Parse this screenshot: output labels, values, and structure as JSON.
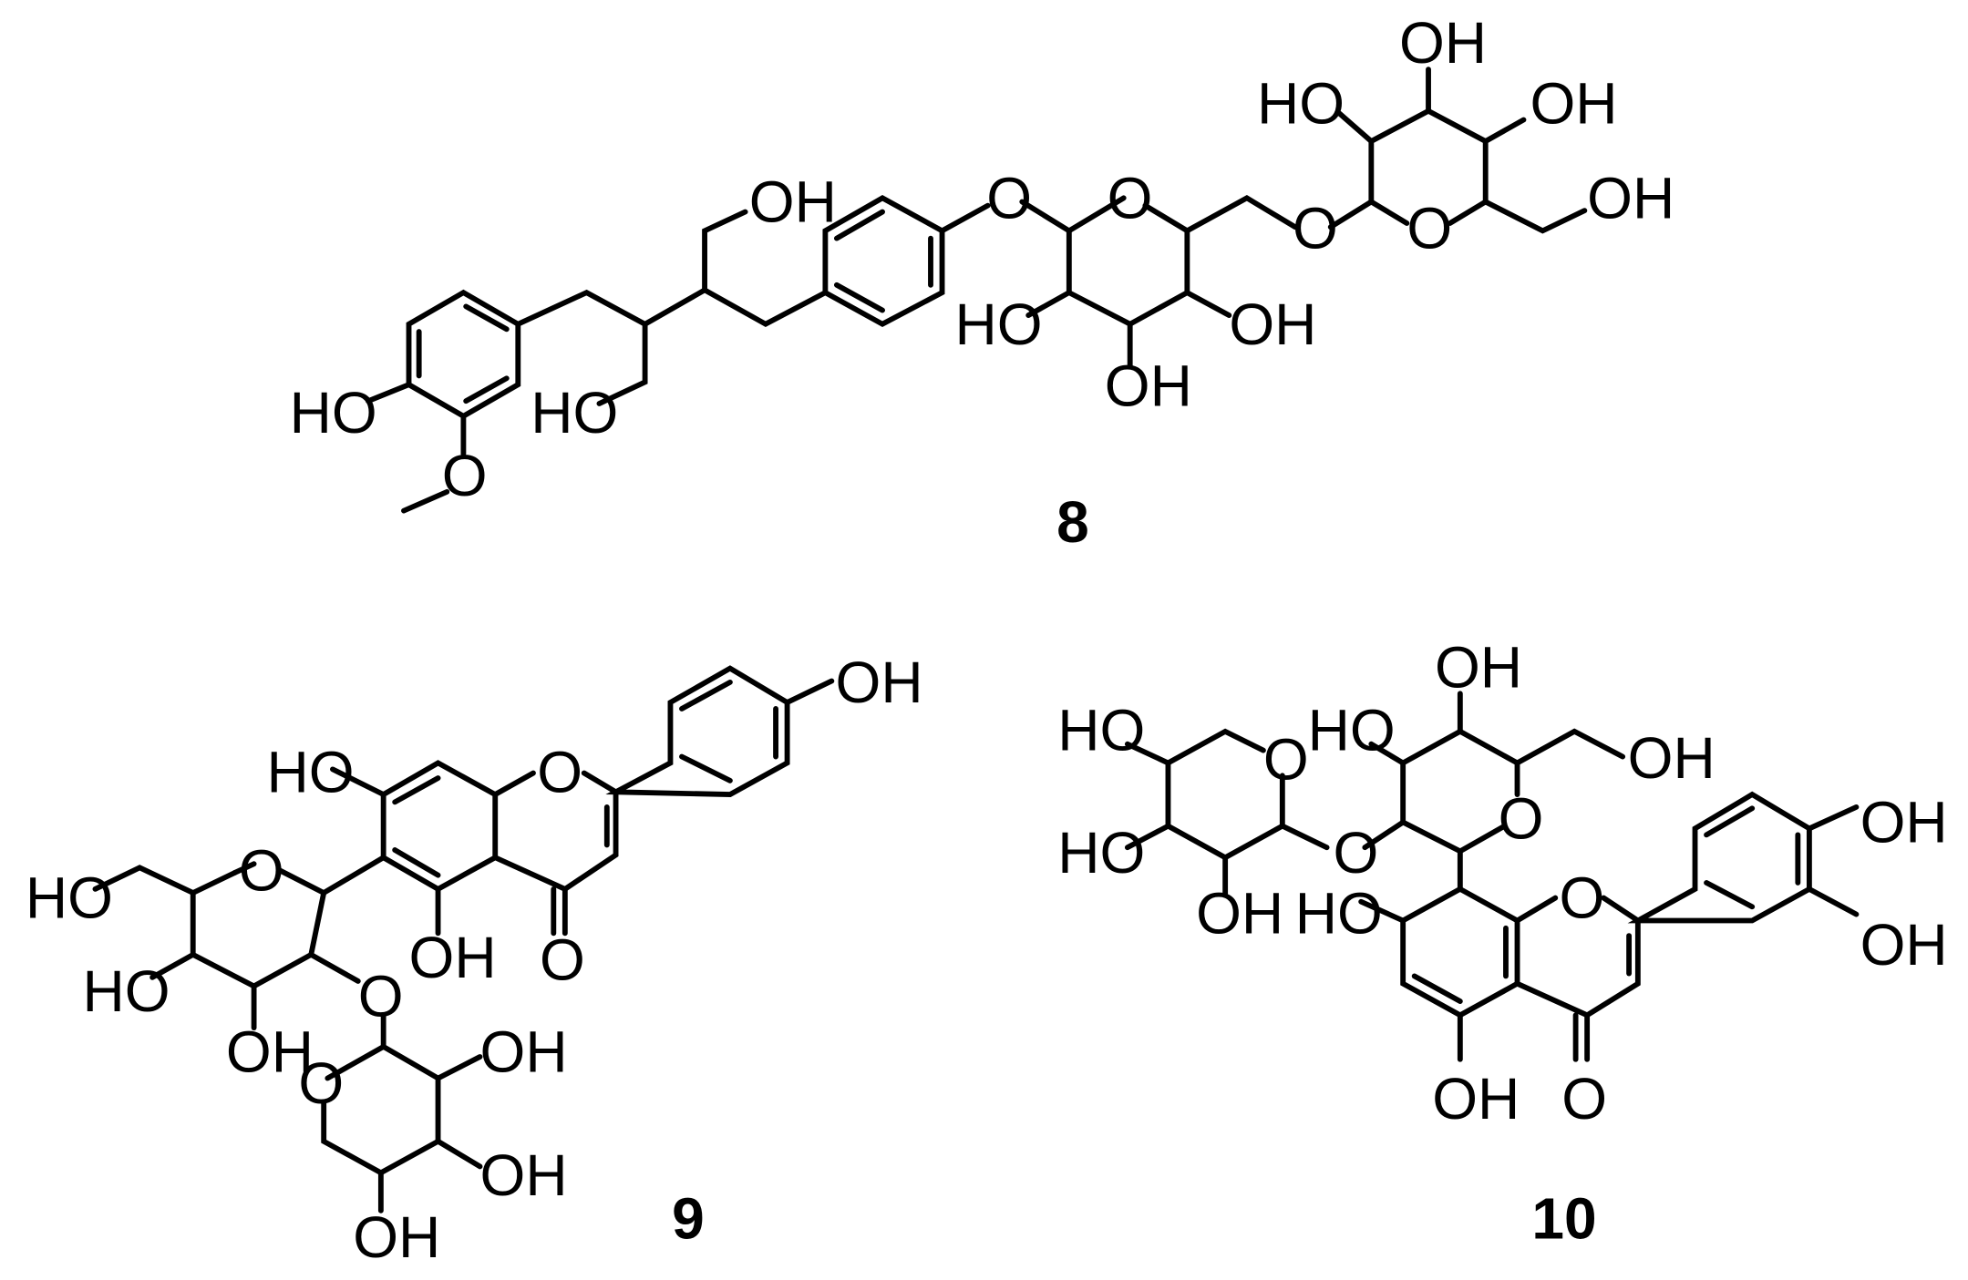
{
  "figure": {
    "compounds": [
      {
        "id": "8",
        "atom_labels": {
          "phenol_oh": "HO",
          "methoxy_o": "O",
          "left_ch2oh": "HO",
          "right_ch2oh": "OH",
          "aryl_ether_o": "O",
          "ring1_o": "O",
          "ring1_oh_left": "HO",
          "ring1_oh_bottom": "OH",
          "ring1_oh_right": "OH",
          "linker_o": "O",
          "ring2_o": "O",
          "ring2_oh_left": "HO",
          "ring2_oh_top": "OH",
          "ring2_oh_right": "OH",
          "ring2_ch2oh": "OH"
        }
      },
      {
        "id": "9",
        "atom_labels": {
          "sugar_ch2oh": "HO",
          "sugar_o": "O",
          "sugar_oh_left": "HO",
          "sugar_oh_bottom": "OH",
          "glycosidic_o": "O",
          "xylose_o": "O",
          "xylose_oh_1": "OH",
          "xylose_oh_2": "OH",
          "xylose_oh_3": "OH",
          "a_ring_oh_7": "HO",
          "a_ring_oh_5": "OH",
          "c_ring_o": "O",
          "carbonyl_o": "O",
          "b_ring_oh": "OH"
        }
      },
      {
        "id": "10",
        "atom_labels": {
          "xylose_oh_1": "HO",
          "xylose_oh_2": "HO",
          "xylose_oh_3": "OH",
          "xylose_o": "O",
          "glycosidic_o": "O",
          "sugar_oh_top": "OH",
          "sugar_oh_left": "HO",
          "sugar_o": "O",
          "sugar_ch2oh": "OH",
          "a_ring_oh_7": "HO",
          "a_ring_oh_5": "OH",
          "c_ring_o": "O",
          "carbonyl_o": "O",
          "b_ring_oh_4": "OH",
          "b_ring_oh_3": "OH"
        }
      }
    ]
  }
}
